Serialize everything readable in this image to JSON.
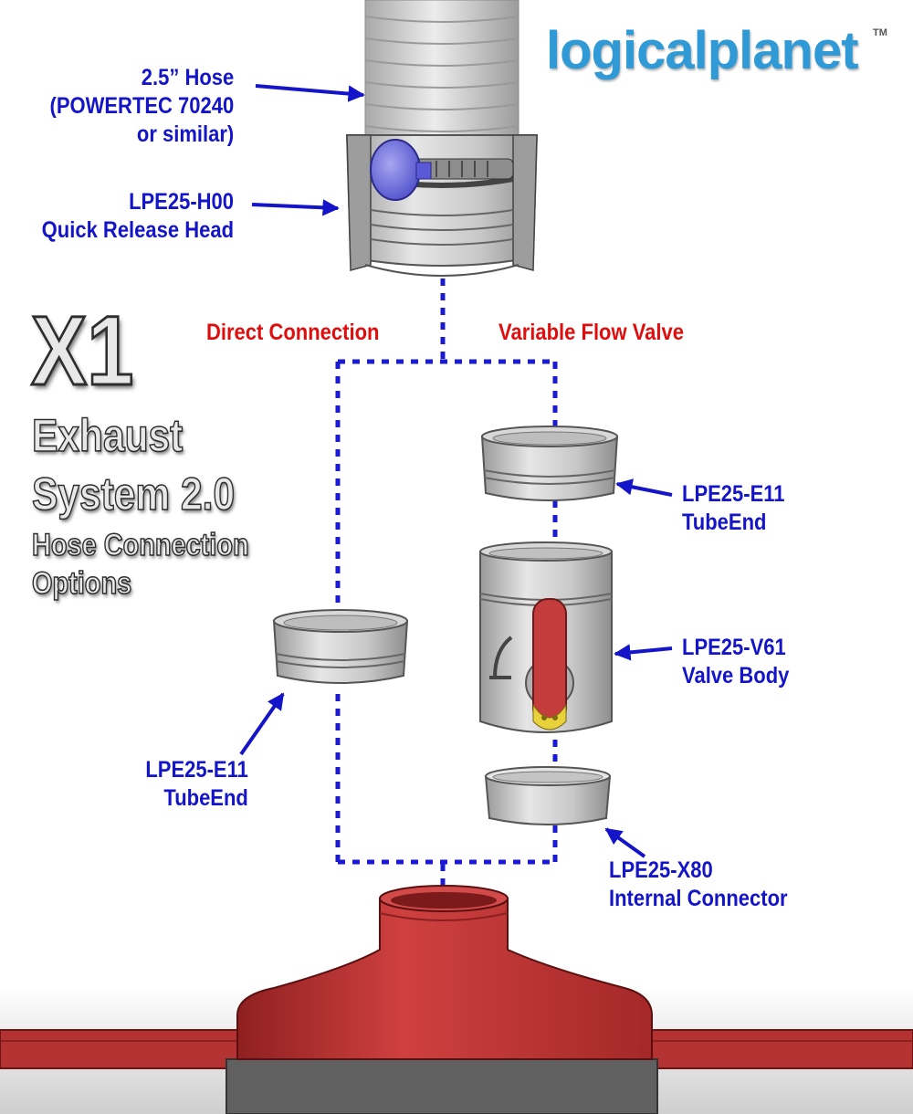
{
  "brand": {
    "logo": "logicalplanet",
    "trademark": "TM"
  },
  "title": {
    "main": "X1",
    "line1": "Exhaust",
    "line2": "System 2.0",
    "line3": "Hose Connection",
    "line4": "Options"
  },
  "branches": {
    "direct": "Direct Connection",
    "valve": "Variable Flow Valve"
  },
  "labels": {
    "hose": {
      "line1": "2.5” Hose",
      "line2": "(POWERTEC 70240",
      "line3": "or similar)"
    },
    "head": {
      "line1": "LPE25-H00",
      "line2": "Quick Release Head"
    },
    "tubeend_left": {
      "line1": "LPE25-E11",
      "line2": "TubeEnd"
    },
    "tubeend_right": {
      "line1": "LPE25-E11",
      "line2": "TubeEnd"
    },
    "valve_body": {
      "line1": "LPE25-V61",
      "line2": "Valve Body"
    },
    "connector": {
      "line1": "LPE25-X80",
      "line2": "Internal Connector"
    }
  },
  "colors": {
    "label_blue": "#1414c8",
    "branch_red": "#e00d0d",
    "logo_blue": "#2f9ad6",
    "part_gray": "#c4c4c4",
    "base_red": "#c23232",
    "valve_handle": "#c43c3c",
    "hose_clamp": "#6a6ae0"
  }
}
